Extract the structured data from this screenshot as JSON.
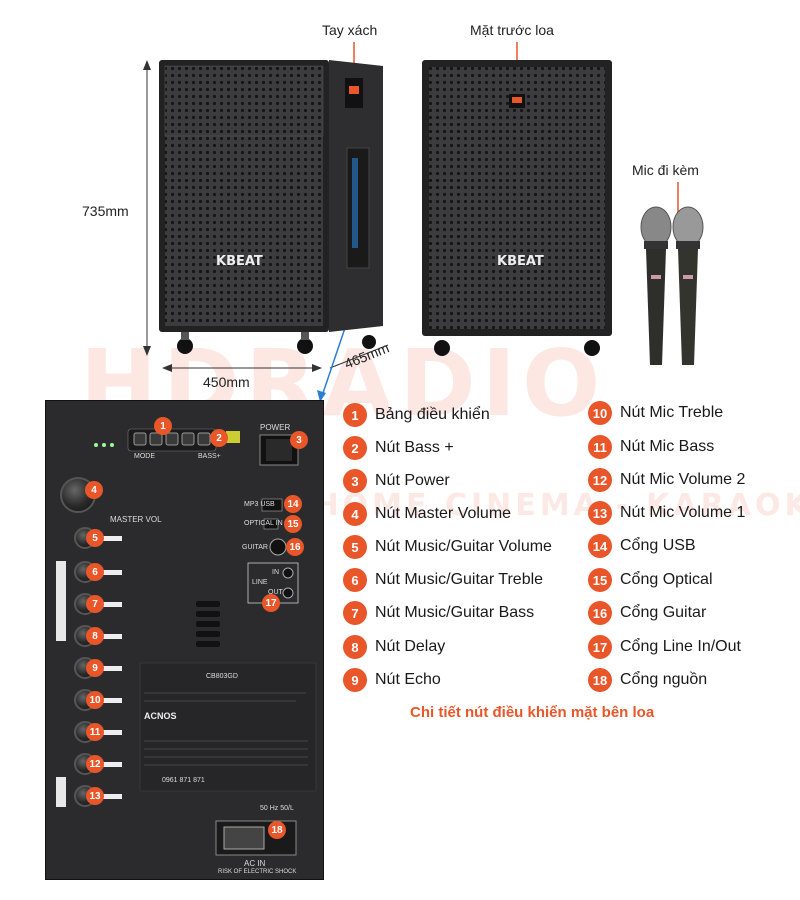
{
  "labels": {
    "handle": "Tay xách",
    "front": "Mặt trước loa",
    "mic": "Mic đi kèm"
  },
  "dimensions": {
    "height": "735mm",
    "width": "450mm",
    "depth": "465mm"
  },
  "brand": {
    "logo_speaker": "KBEAT",
    "logo_panel": "ACNOS",
    "model": "CB803GD",
    "hotline": "0961 871 871"
  },
  "watermark": {
    "main": "HDRADIO",
    "sub": "AUDIO - HOME CINEMA - KARAOKE"
  },
  "panel": {
    "power": "POWER",
    "mode": "MODE",
    "bass_plus": "BASS+",
    "master_vol": "MASTER VOL",
    "mp3_usb": "MP3 USB",
    "optical": "OPTICAL IN",
    "guitar": "GUITAR",
    "line": "LINE",
    "line_in": "IN",
    "line_out": "OUT",
    "ac_in": "AC IN",
    "voltage": "50 Hz 50/L",
    "warning": "RISK OF ELECTRIC SHOCK"
  },
  "legend": [
    {
      "num": "1",
      "text": "Bảng điều khiển"
    },
    {
      "num": "2",
      "text": "Nút Bass +"
    },
    {
      "num": "3",
      "text": "Nút Power"
    },
    {
      "num": "4",
      "text": "Nút Master Volume"
    },
    {
      "num": "5",
      "text": "Nút Music/Guitar Volume"
    },
    {
      "num": "6",
      "text": "Nút Music/Guitar Treble"
    },
    {
      "num": "7",
      "text": "Nút Music/Guitar Bass"
    },
    {
      "num": "8",
      "text": "Nút Delay"
    },
    {
      "num": "9",
      "text": "Nút Echo"
    },
    {
      "num": "10",
      "text": "Nút Mic Treble"
    },
    {
      "num": "11",
      "text": "Nút Mic Bass"
    },
    {
      "num": "12",
      "text": "Nút Mic Volume 2"
    },
    {
      "num": "13",
      "text": "Nút Mic Volume 1"
    },
    {
      "num": "14",
      "text": "Cổng USB"
    },
    {
      "num": "15",
      "text": "Cổng Optical"
    },
    {
      "num": "16",
      "text": "Cổng Guitar"
    },
    {
      "num": "17",
      "text": "Cổng Line In/Out"
    },
    {
      "num": "18",
      "text": "Cổng nguồn"
    }
  ],
  "caption": "Chi tiết nút điều khiển mặt bên loa",
  "colors": {
    "accent": "#e8562a",
    "speaker": "#4a4a4c",
    "panel": "#2b2b2d"
  }
}
